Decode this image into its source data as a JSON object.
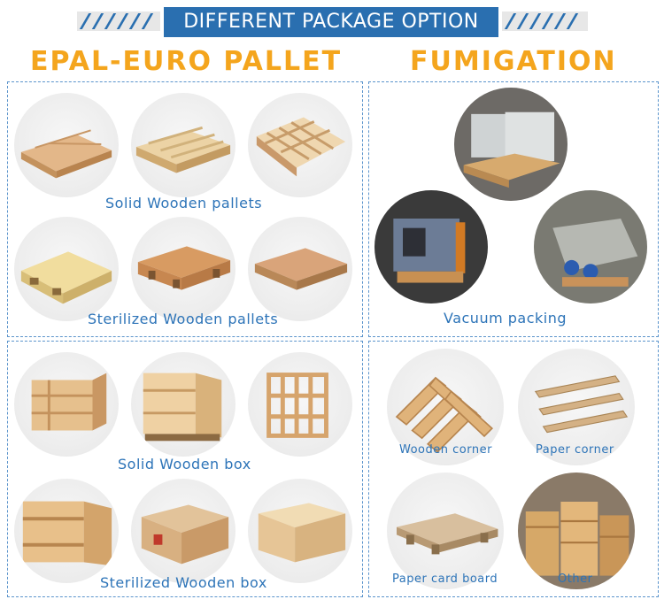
{
  "header": {
    "title": "DIFFERENT PACKAGE OPTION"
  },
  "sections": {
    "epal_title": "EPAL-EURO PALLET",
    "fumigation_title": "FUMIGATION"
  },
  "captions": {
    "solid_pallets": "Solid Wooden pallets",
    "sterilized_pallets": "Sterilized Wooden pallets",
    "vacuum": "Vacuum packing",
    "solid_box": "Solid Wooden box",
    "sterilized_box": "Sterilized Wooden box",
    "wooden_corner": "Wooden corner",
    "paper_corner": "Paper corner",
    "paper_card_board": "Paper card board",
    "other": "Other"
  },
  "colors": {
    "accent_blue": "#2a6fb0",
    "title_orange": "#f4a51d",
    "caption_blue": "#2d74b8",
    "wood": "#e0b987"
  }
}
